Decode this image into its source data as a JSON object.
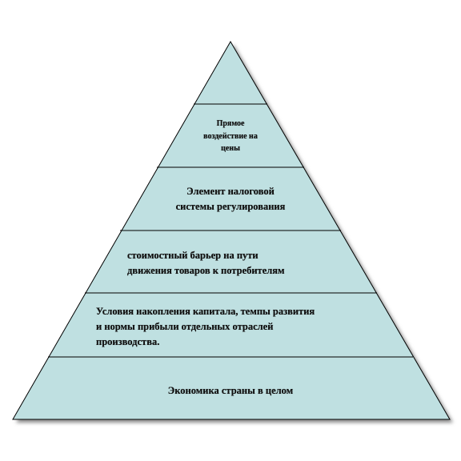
{
  "pyramid": {
    "fill_color": "#bfe0e1",
    "stroke_color": "#000000",
    "shadow_color": "#8a8a8a",
    "levels": [
      {
        "lines": [
          ""
        ]
      },
      {
        "lines": [
          "Прямое",
          "воздействие  на",
          "цены"
        ]
      },
      {
        "lines": [
          "Элемент налоговой",
          "системы регулирования"
        ]
      },
      {
        "lines": [
          "стоимостный барьер на пути",
          "движения товаров к потребителям"
        ]
      },
      {
        "lines": [
          "Условия накопления капитала, темпы развития",
          "и нормы прибыли отдельных отраслей",
          "производства."
        ]
      },
      {
        "lines": [
          "Экономика страны в целом"
        ]
      }
    ]
  }
}
